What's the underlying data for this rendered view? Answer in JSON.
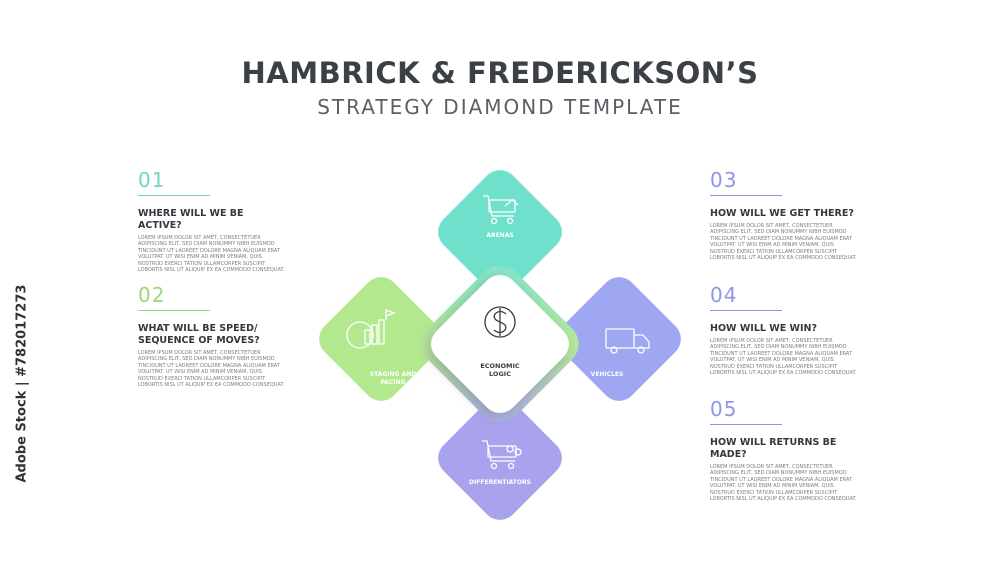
{
  "title": "HAMBRICK & FREDERICKSON’S",
  "subtitle": "STRATEGY DIAMOND TEMPLATE",
  "watermark": "Adobe Stock | #782017273",
  "colors": {
    "arenas": "#6ee0cc",
    "staging": "#b4e88e",
    "vehicles": "#9fa6f2",
    "differentiators": "#a9a3ee",
    "num_teal": "#6fd6c4",
    "num_green": "#9ad77a",
    "num_blue": "#8f96e8"
  },
  "diamond": {
    "center": "ECONOMIC\nLOGIC",
    "top": "ARENAS",
    "left": "STAGING AND\nPACING",
    "right": "VEHICLES",
    "bottom": "DIFFERENTIATORS"
  },
  "icons": {
    "center": "dollar-icon",
    "top": "cart-icon",
    "left": "chart-icon",
    "right": "truck-icon",
    "bottom": "cart-people-icon"
  },
  "items": [
    {
      "num": "01",
      "q": "WHERE WILL WE BE ACTIVE?",
      "body": "Lorem ipsum dolor sit amet, consectetuer adipiscing elit, sed diam nonummy nibh euismod tincidunt ut laoreet dolore magna aliquam erat volutpat. Ut wisi enim ad minim veniam, quis nostrud exerci tation ullamcorper suscipit lobortis nisl ut aliquip ex ea commodo consequat."
    },
    {
      "num": "02",
      "q": "WHAT WILL BE SPEED/\nSEQUENCE OF MOVES?",
      "body": "Lorem ipsum dolor sit amet, consectetuer adipiscing elit, sed diam nonummy nibh euismod tincidunt ut laoreet dolore magna aliquam erat volutpat. Ut wisi enim ad minim veniam, quis nostrud exerci tation ullamcorper suscipit lobortis nisl ut aliquip ex ea commodo consequat."
    },
    {
      "num": "03",
      "q": "HOW WILL WE GET THERE?",
      "body": "Lorem ipsum dolor sit amet, consectetuer adipiscing elit, sed diam nonummy nibh euismod tincidunt ut laoreet dolore magna aliquam erat volutpat. Ut wisi enim ad minim veniam, quis nostrud exerci tation ullamcorper suscipit lobortis nisl ut aliquip ex ea commodo consequat."
    },
    {
      "num": "04",
      "q": "HOW WILL WE WIN?",
      "body": "Lorem ipsum dolor sit amet, consectetuer adipiscing elit, sed diam nonummy nibh euismod tincidunt ut laoreet dolore magna aliquam erat volutpat. Ut wisi enim ad minim veniam, quis nostrud exerci tation ullamcorper suscipit lobortis nisl ut aliquip ex ea commodo consequat."
    },
    {
      "num": "05",
      "q": "HOW WILL RETURNS BE MADE?",
      "body": "Lorem ipsum dolor sit amet, consectetuer adipiscing elit, sed diam nonummy nibh euismod tincidunt ut laoreet dolore magna aliquam erat volutpat. Ut wisi enim ad minim veniam, quis nostrud exerci tation ullamcorper suscipit lobortis nisl ut aliquip ex ea commodo consequat."
    }
  ]
}
